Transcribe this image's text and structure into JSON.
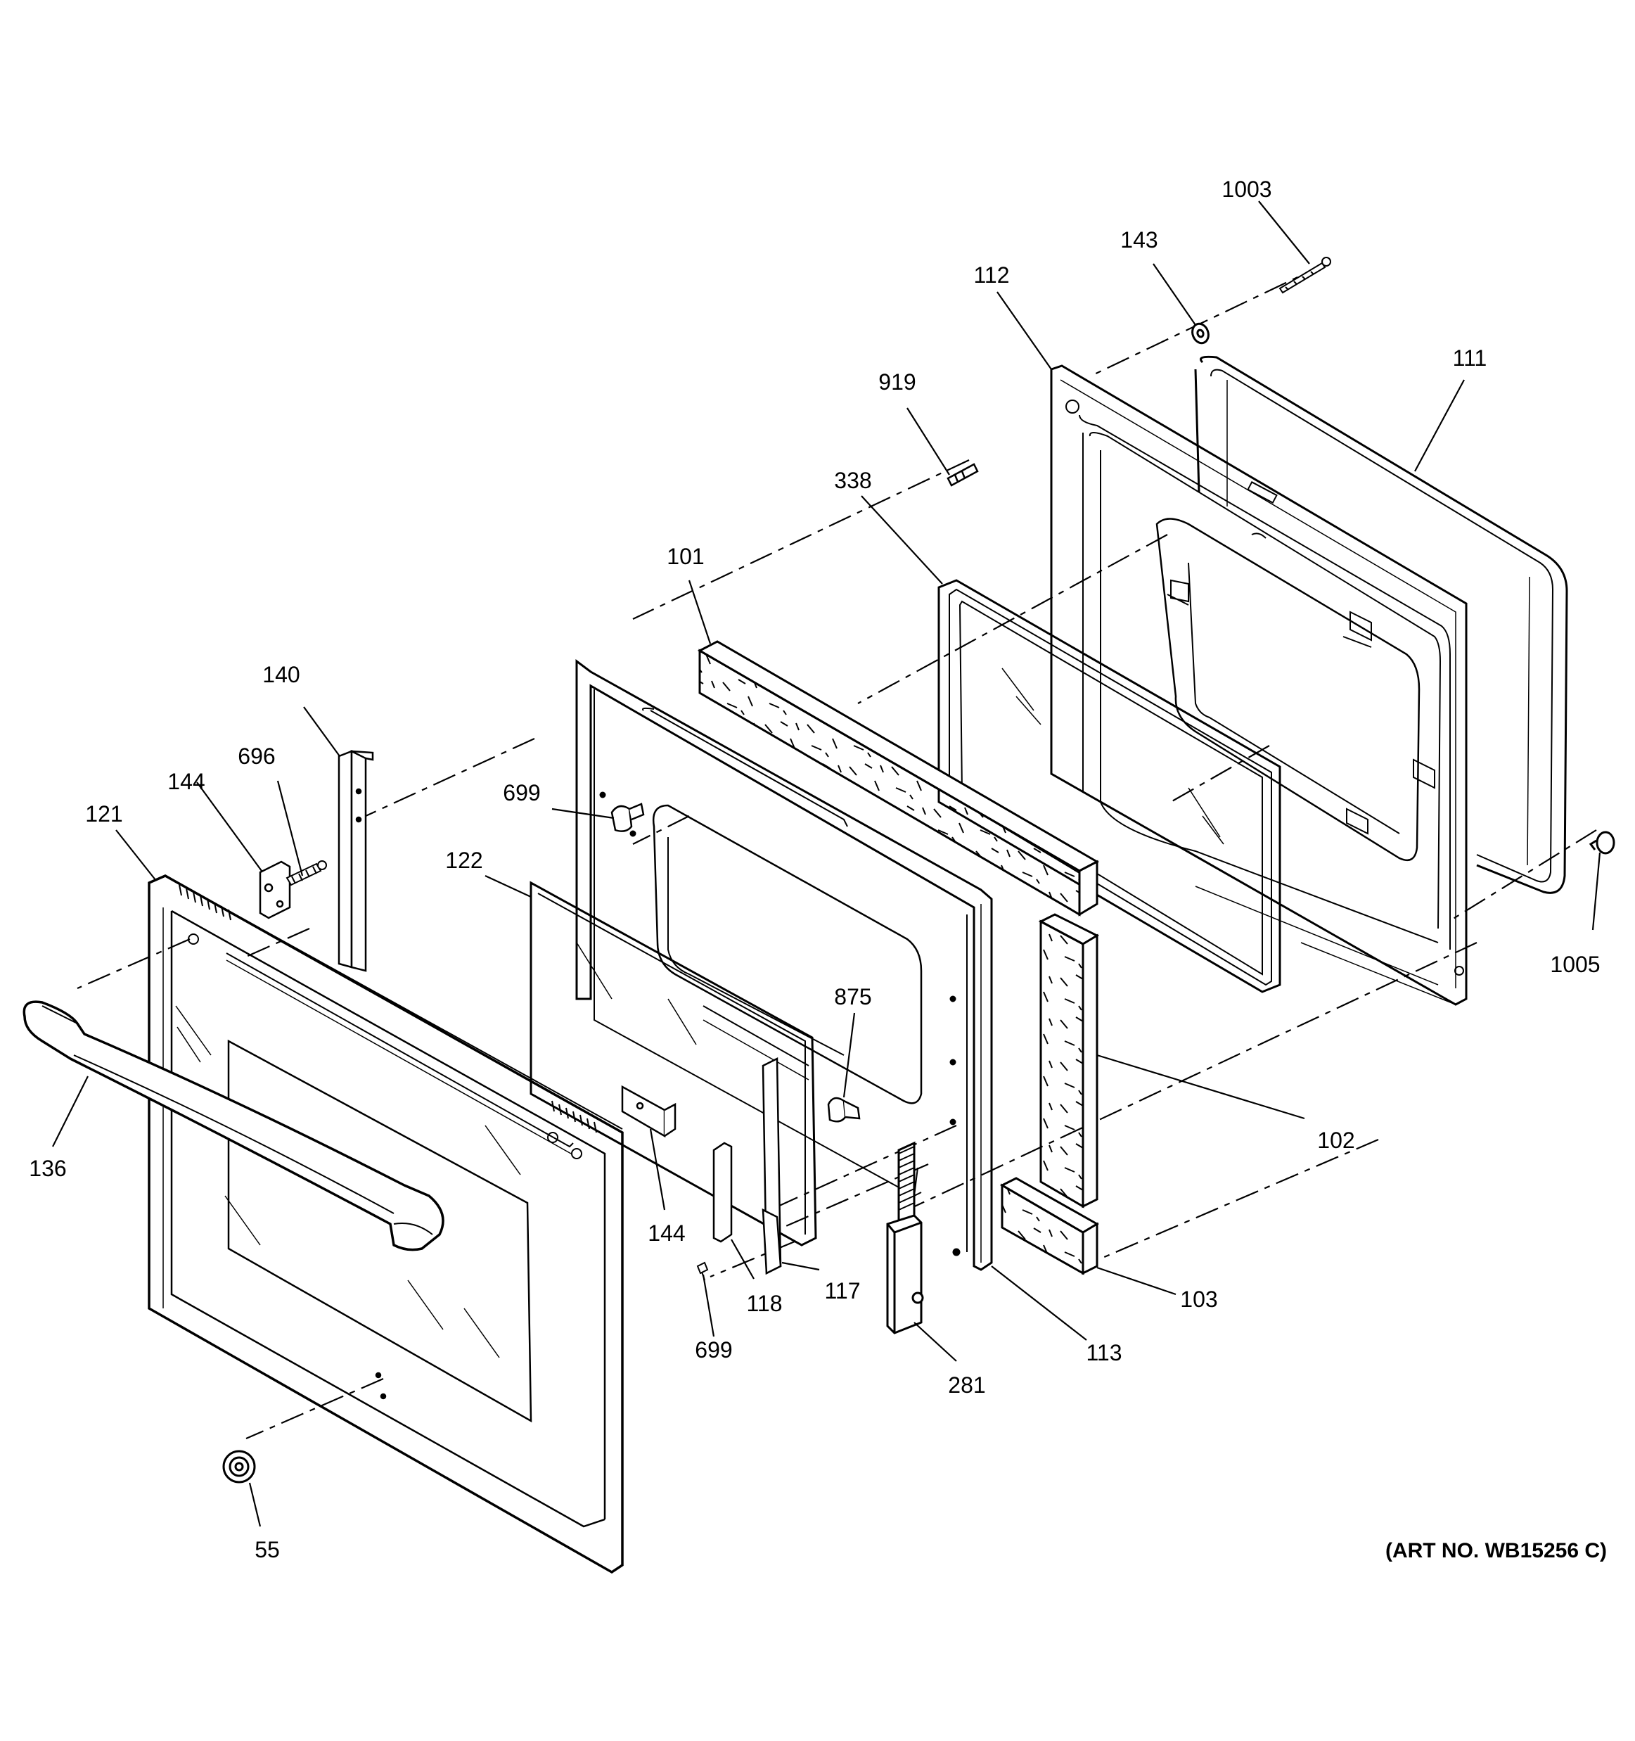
{
  "art_number": "(ART NO. WB15256 C)",
  "callouts": [
    {
      "id": "c1003",
      "label": "1003"
    },
    {
      "id": "c143",
      "label": "143"
    },
    {
      "id": "c112",
      "label": "112"
    },
    {
      "id": "c111",
      "label": "111"
    },
    {
      "id": "c919",
      "label": "919"
    },
    {
      "id": "c338",
      "label": "338"
    },
    {
      "id": "c101",
      "label": "101"
    },
    {
      "id": "c140",
      "label": "140"
    },
    {
      "id": "c696",
      "label": "696"
    },
    {
      "id": "c144a",
      "label": "144"
    },
    {
      "id": "c121",
      "label": "121"
    },
    {
      "id": "c699a",
      "label": "699"
    },
    {
      "id": "c122",
      "label": "122"
    },
    {
      "id": "c1005",
      "label": "1005"
    },
    {
      "id": "c875",
      "label": "875"
    },
    {
      "id": "c102",
      "label": "102"
    },
    {
      "id": "c136",
      "label": "136"
    },
    {
      "id": "c144b",
      "label": "144"
    },
    {
      "id": "c117",
      "label": "117"
    },
    {
      "id": "c118",
      "label": "118"
    },
    {
      "id": "c103",
      "label": "103"
    },
    {
      "id": "c699b",
      "label": "699"
    },
    {
      "id": "c113",
      "label": "113"
    },
    {
      "id": "c281",
      "label": "281"
    },
    {
      "id": "c55",
      "label": "55"
    }
  ]
}
